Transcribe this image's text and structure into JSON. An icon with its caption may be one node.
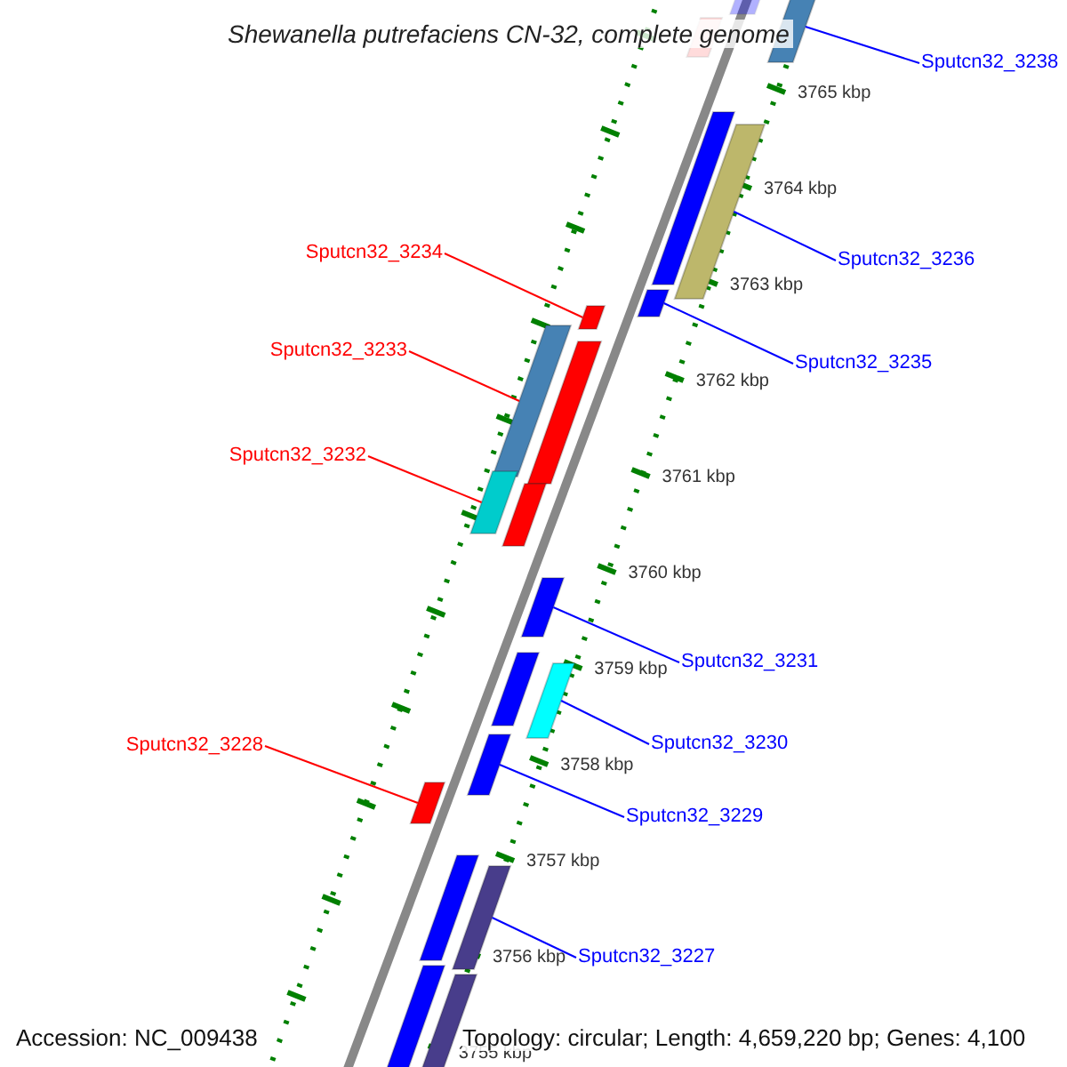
{
  "diagram": {
    "title": "Shewanella putrefaciens CN-32, complete genome",
    "nodes": [
      {
        "text": [
          "Sputcn32_3238"
        ]
      },
      {
        "text": [
          "Sputcn32_3234"
        ]
      },
      {
        "text": [
          "Sputcn32_3236"
        ]
      },
      {
        "text": [
          "Sputcn32_3233"
        ]
      },
      {
        "text": [
          "Sputcn32_3235"
        ]
      },
      {
        "text": [
          "Sputcn32_3232"
        ]
      },
      {
        "text": [
          "Sputcn32_3231"
        ]
      },
      {
        "text": [
          "Sputcn32_3230"
        ]
      },
      {
        "text": [
          "Sputcn32_3228"
        ]
      },
      {
        "text": [
          "Sputcn32_3229"
        ]
      },
      {
        "text": [
          "Sputcn32_3227"
        ]
      },
      {
        "text": [],
        "shape": "bar"
      },
      {
        "text": [],
        "shape": "bar"
      },
      {
        "text": [],
        "shape": "bar"
      },
      {
        "text": [],
        "shape": "bar"
      },
      {
        "text": [],
        "shape": "bar"
      },
      {
        "text": [],
        "shape": "bar"
      },
      {
        "text": [],
        "shape": "bar"
      },
      {
        "text": [],
        "shape": "bar"
      },
      {
        "text": [],
        "shape": "bar"
      },
      {
        "text": [],
        "shape": "bar"
      },
      {
        "text": [],
        "shape": "bar"
      },
      {
        "text": [],
        "shape": "bar"
      },
      {
        "text": [],
        "shape": "bar"
      },
      {
        "text": [],
        "shape": "bar"
      },
      {
        "text": [],
        "shape": "bar"
      },
      {
        "text": [],
        "shape": "bar"
      },
      {
        "text": [],
        "shape": "bar"
      },
      {
        "text": [],
        "shape": "bar"
      },
      {
        "text": [],
        "shape": "bar"
      },
      {
        "text": [],
        "shape": "bar"
      }
    ],
    "edges": [
      {
        "from": 0,
        "to": 12,
        "arrow": "none"
      },
      {
        "from": 1,
        "to": 17,
        "arrow": "none",
        "color": "#ff0000"
      },
      {
        "from": 2,
        "to": 15,
        "arrow": "none"
      },
      {
        "from": 3,
        "to": 18,
        "arrow": "none",
        "color": "#ff0000"
      },
      {
        "from": 4,
        "to": 16,
        "arrow": "none"
      },
      {
        "from": 5,
        "to": 20,
        "arrow": "none",
        "color": "#ff0000"
      },
      {
        "from": 6,
        "to": 22,
        "arrow": "none"
      },
      {
        "from": 7,
        "to": 24,
        "arrow": "none"
      },
      {
        "from": 8,
        "to": 26,
        "arrow": "none",
        "color": "#ff0000"
      },
      {
        "from": 9,
        "to": 25,
        "arrow": "none"
      },
      {
        "from": 10,
        "to": 28,
        "arrow": "none"
      }
    ],
    "labels": [
      "3765 kbp",
      "3764 kbp",
      "3763 kbp",
      "3762 kbp",
      "3761 kbp",
      "3760 kbp",
      "3759 kbp",
      "3758 kbp",
      "3757 kbp",
      "3756 kbp",
      "3755 kbp",
      "Accession: NC_009438",
      "Topology: circular; Length: 4,659,220 bp; Genes: 4,100"
    ]
  }
}
